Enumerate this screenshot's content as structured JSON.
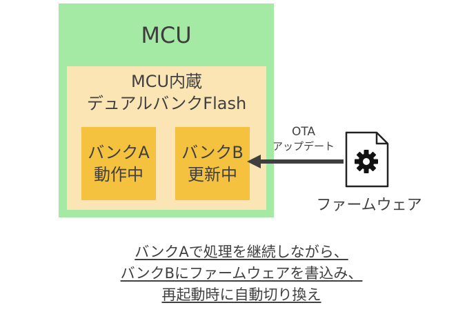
{
  "mcu": {
    "title": "MCU"
  },
  "flash": {
    "title_line1": "MCU内蔵",
    "title_line2": "デュアルバンクFlash"
  },
  "banks": [
    {
      "name": "バンクA",
      "status": "動作中"
    },
    {
      "name": "バンクB",
      "status": "更新中"
    }
  ],
  "ota": {
    "line1": "OTA",
    "line2": "アップデート"
  },
  "firmware": {
    "label": "ファームウェア",
    "icon": "gear-document-icon"
  },
  "caption": {
    "lines": [
      "バンクAで処理を継続しながら、",
      "バンクBにファームウェアを書込み、",
      "再起動時に自動切り換え"
    ]
  },
  "colors": {
    "mcu_bg": "#a4e9a4",
    "flash_bg": "#fbe5b4",
    "bank_bg": "#f4c23f",
    "arrow": "#3f3f3f"
  }
}
